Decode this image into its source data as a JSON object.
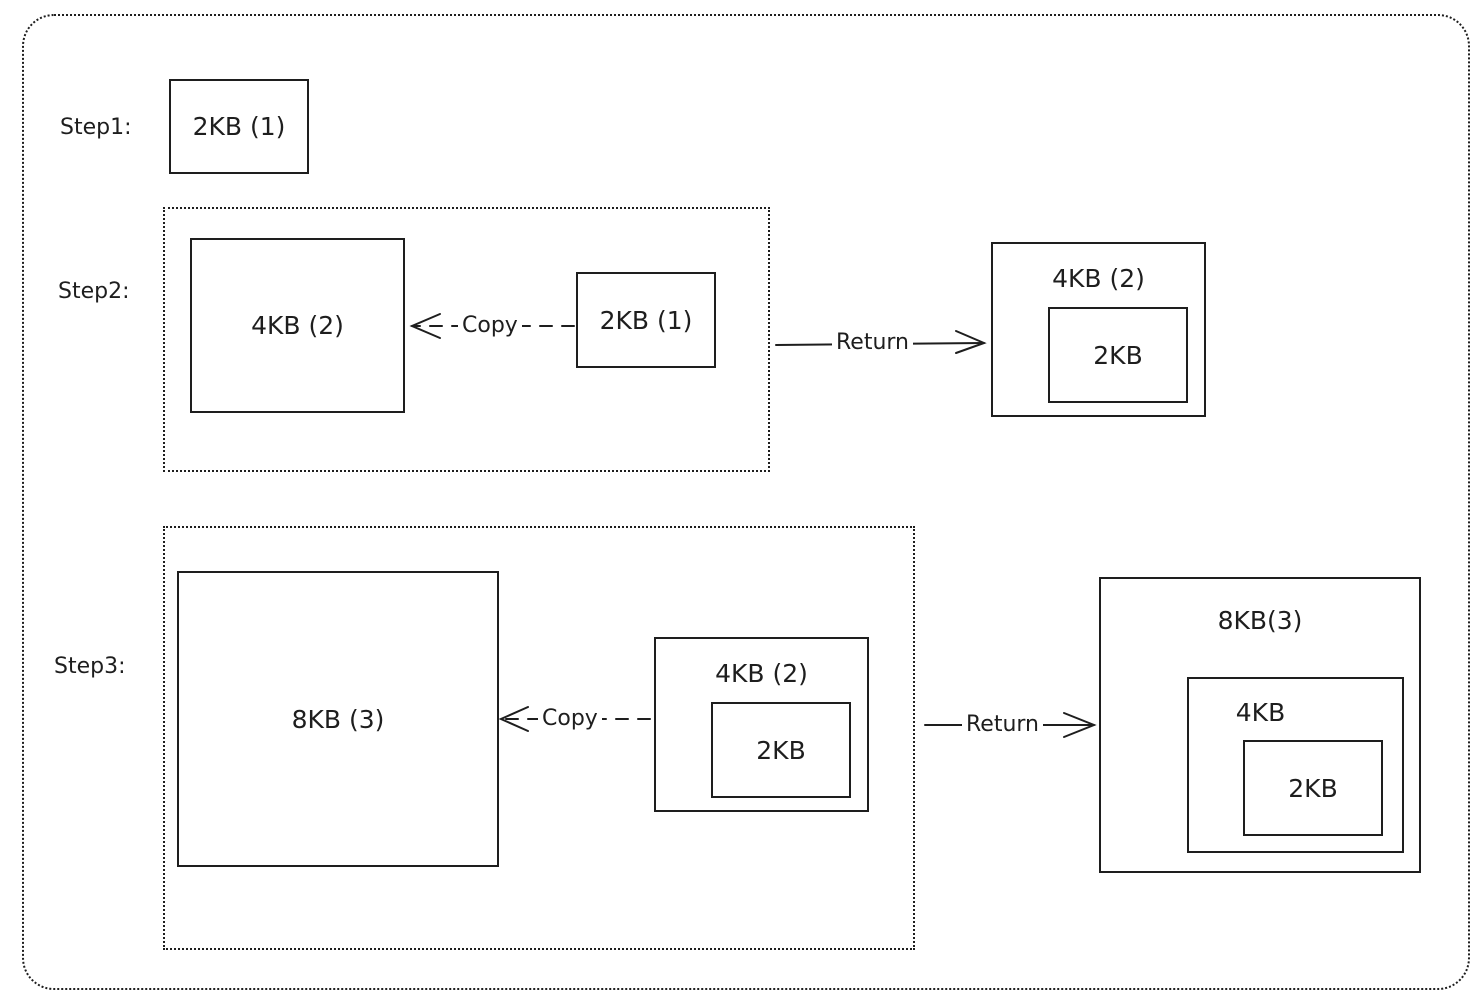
{
  "steps": {
    "step1": "Step1:",
    "step2": "Step2:",
    "step3": "Step3:"
  },
  "step1": {
    "block": "2KB (1)"
  },
  "step2": {
    "new_block": "4KB (2)",
    "old_block": "2KB (1)",
    "copy_label": "Copy",
    "return_label": "Return",
    "result_outer": "4KB (2)",
    "result_inner": "2KB"
  },
  "step3": {
    "new_block": "8KB (3)",
    "old_outer": "4KB (2)",
    "old_inner": "2KB",
    "copy_label": "Copy",
    "return_label": "Return",
    "result_outer": "8KB(3)",
    "result_middle": "4KB",
    "result_inner": "2KB"
  }
}
